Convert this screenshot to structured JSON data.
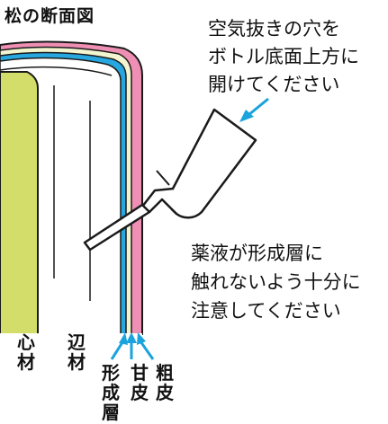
{
  "title": "松の断面図",
  "note_air_hole": {
    "lines": [
      "空気抜きの穴を",
      "ボトル底面上方に",
      "開けてください"
    ]
  },
  "note_caution": {
    "lines": [
      "薬液が形成層に",
      "触れないよう十分に",
      "注意してください"
    ]
  },
  "layer_labels": {
    "heartwood": "心材",
    "sapwood": "辺材",
    "cambium": "形成層",
    "inner_bark": "甘皮",
    "outer_bark": "粗皮"
  },
  "colors": {
    "heartwood": "#d3dd6a",
    "cambium": "#27a7df",
    "inner_bark": "#f2f5cf",
    "outer_bark": "#ee8fb3",
    "arrow": "#1aa3dc",
    "outline": "#1a1a1a"
  }
}
